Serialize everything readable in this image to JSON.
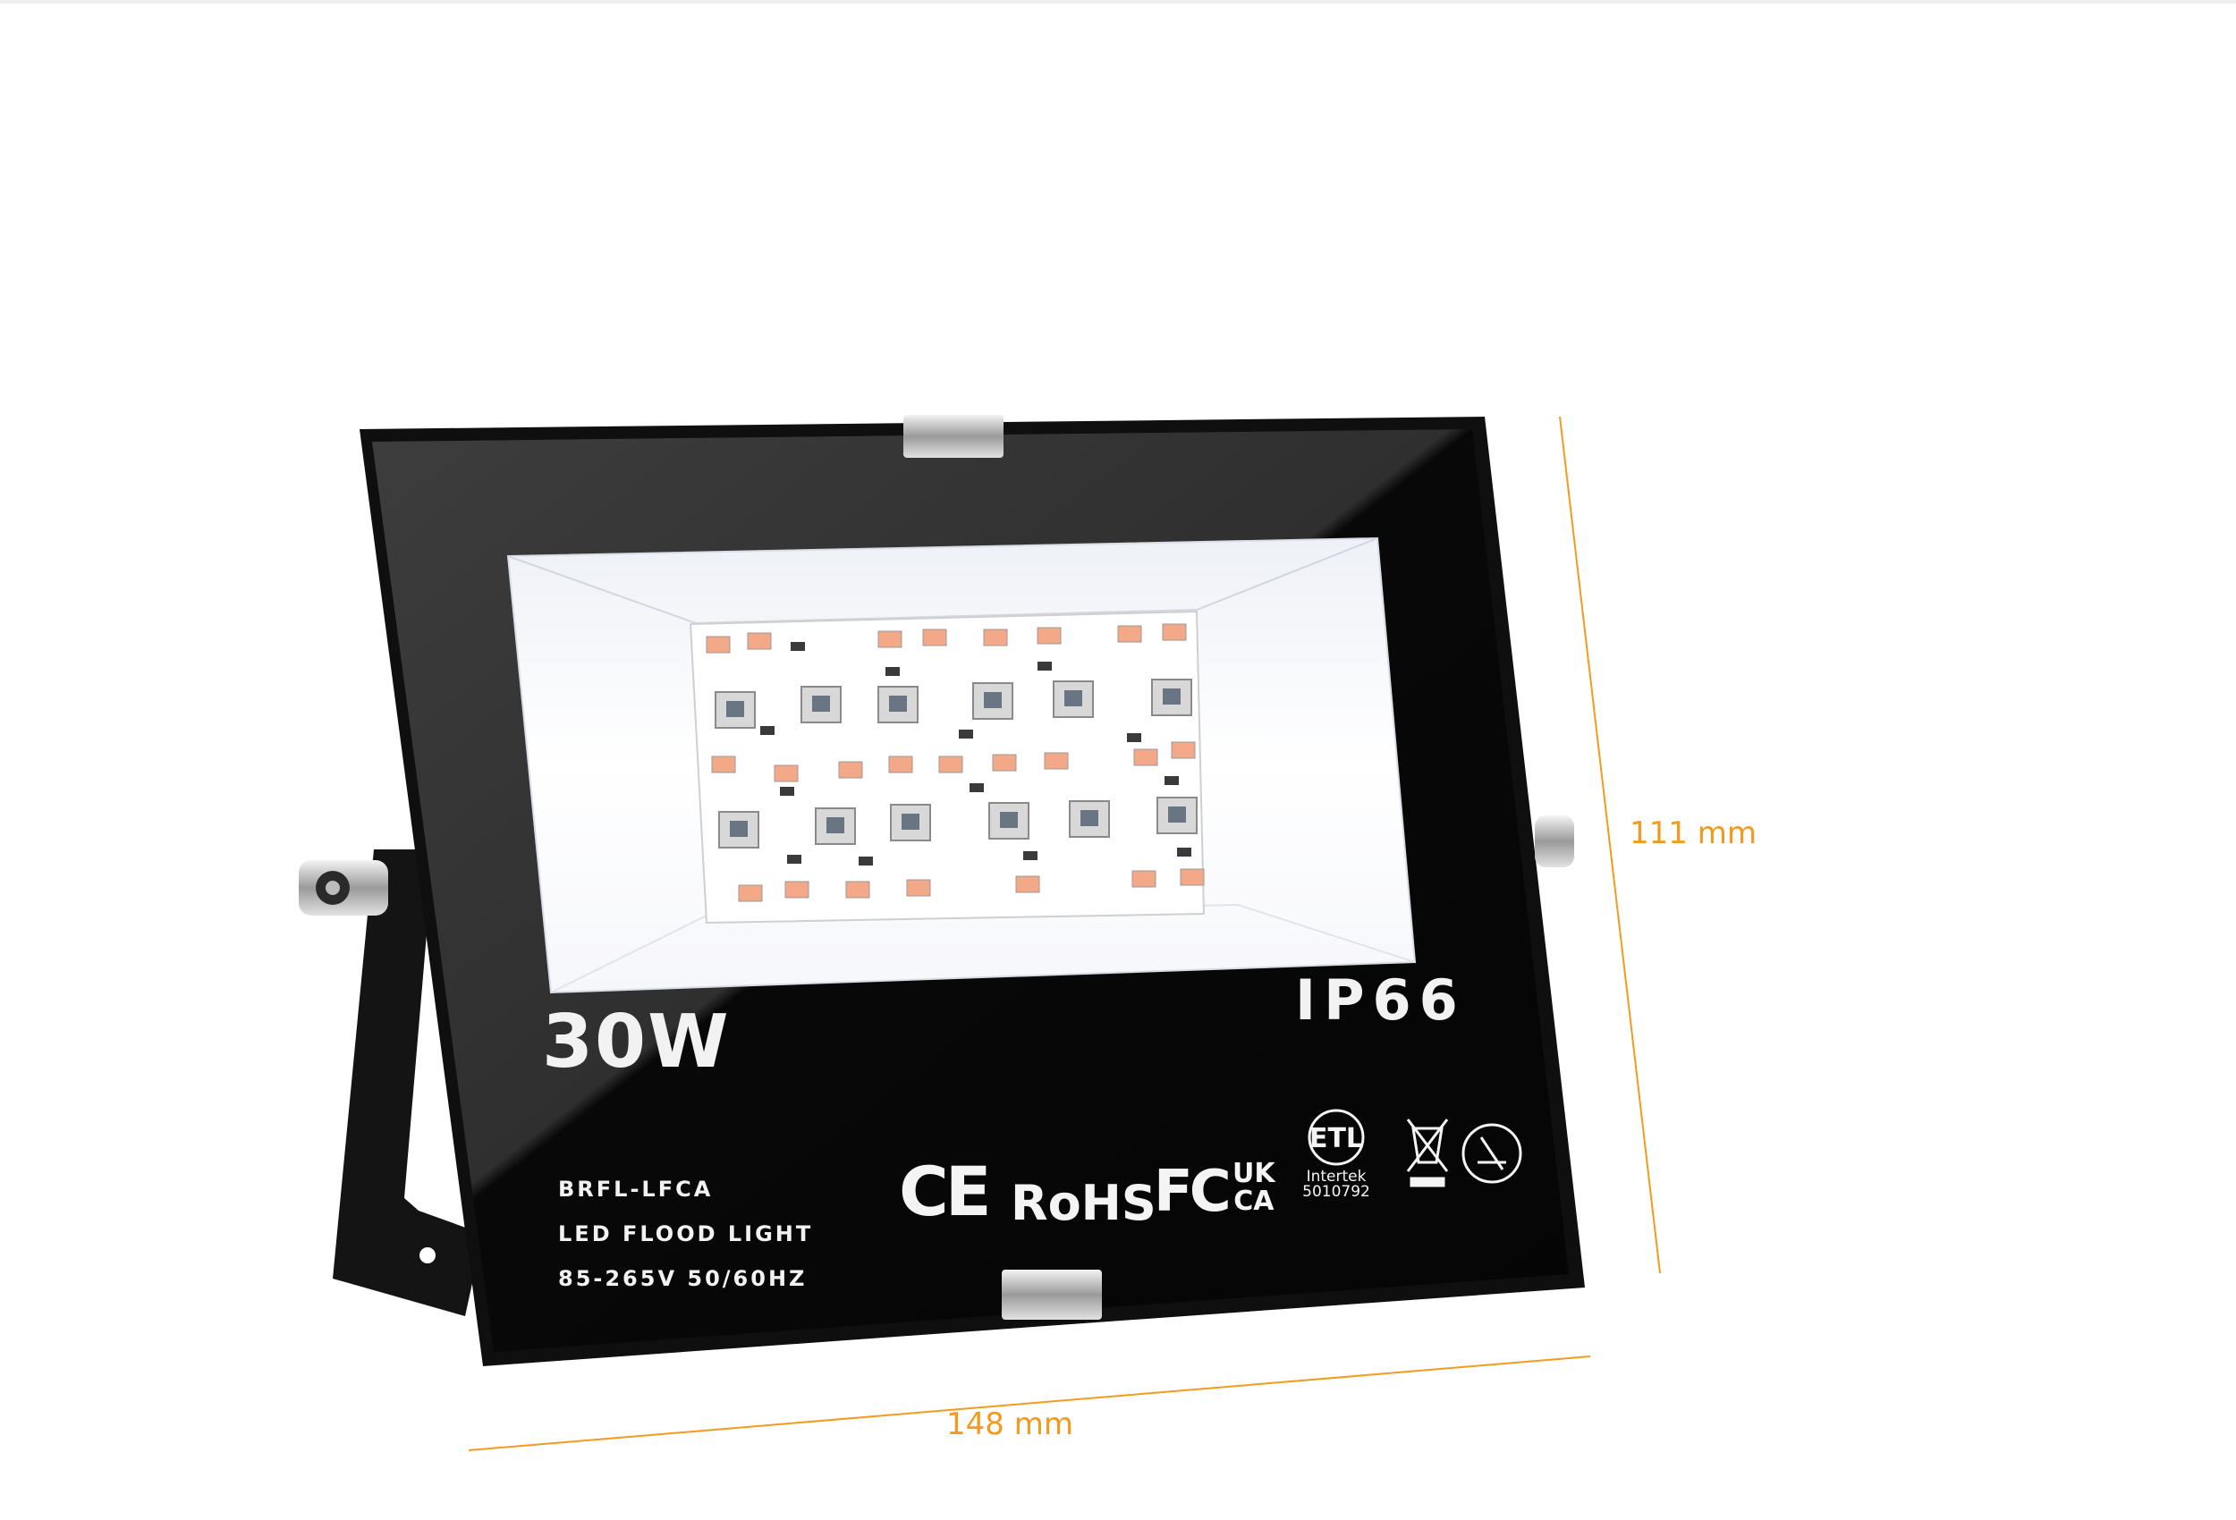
{
  "product": {
    "wattage": "30W",
    "ip_rating": "IP66",
    "specs": [
      "BRFL-LFCA",
      "LED FLOOD LIGHT",
      "85-265V 50/60HZ"
    ]
  },
  "certifications": {
    "ce": "CE",
    "rohs": "RoHS",
    "fc": "FC",
    "ukca": [
      "UK",
      "CA"
    ],
    "etl_lab": "Intertek",
    "etl_number": "5010792"
  },
  "dimensions": {
    "height": "111 mm",
    "width": "148 mm"
  },
  "colors": {
    "dimension_accent": "#f39a1f",
    "housing": "#0d0d0d",
    "led": "#f3a887"
  },
  "icons": [
    "etl-listed-icon",
    "weee-bin-icon",
    "recycle-icon"
  ]
}
